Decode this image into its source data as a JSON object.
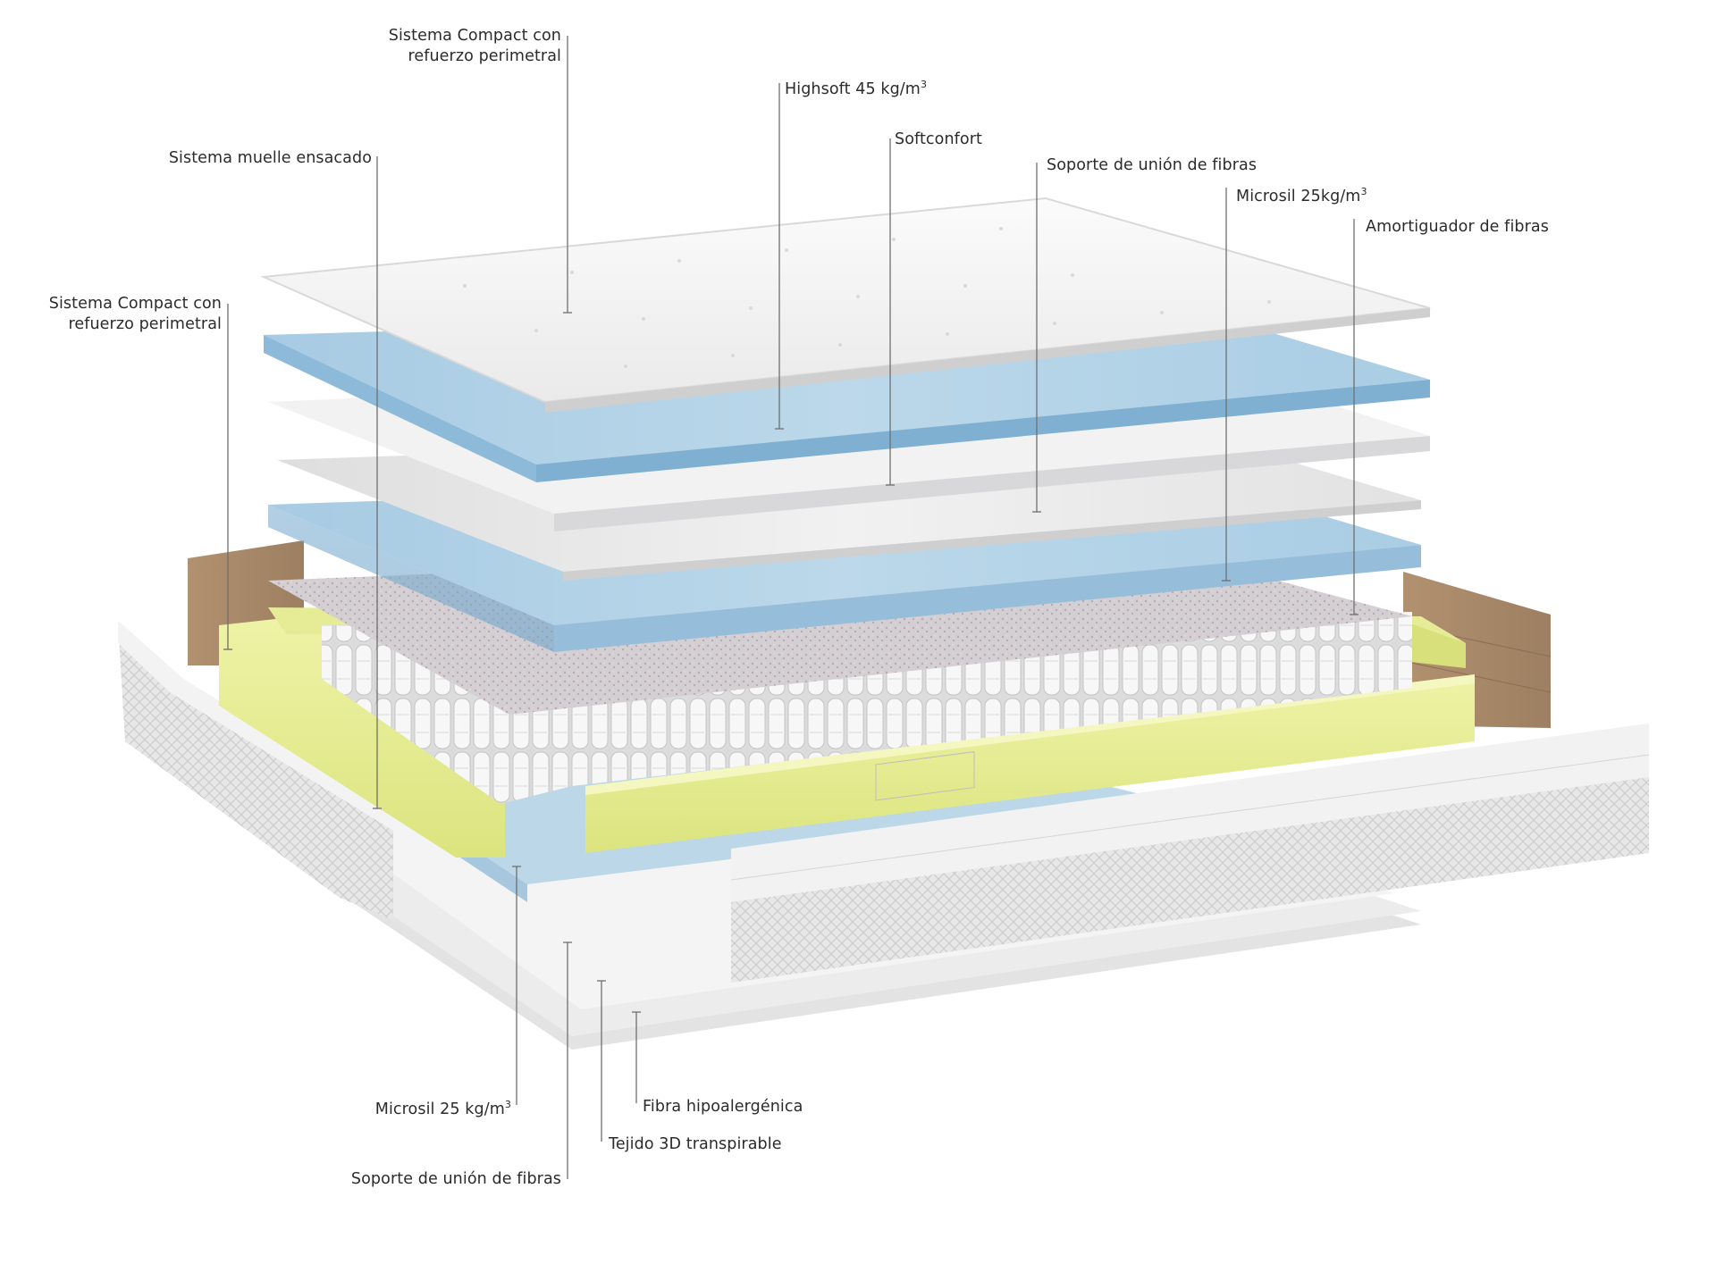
{
  "labels": {
    "compact_top_1": "Sistema Compact con",
    "compact_top_2": "refuerzo perimetral",
    "highsoft": "Highsoft 45 kg/m",
    "highsoft_sup": "3",
    "softconfort": "Softconfort",
    "sistema_muelle": "Sistema muelle ensacado",
    "soporte_top": "Soporte de unión de fibras",
    "microsil_top": "Microsil 25kg/m",
    "microsil_top_sup": "3",
    "amortiguador": "Amortiguador de fibras",
    "compact_left_1": "Sistema Compact con",
    "compact_left_2": "refuerzo perimetral",
    "microsil_bottom": "Microsil 25 kg/m",
    "microsil_bottom_sup": "3",
    "fibra": "Fibra hipoalergénica",
    "tejido": "Tejido 3D transpirable",
    "soporte_bottom": "Soporte de unión de fibras"
  },
  "colors": {
    "label_text": "#2b2b2b",
    "leader_line": "#6f6f6f",
    "foam_blue": "#a9cde4",
    "foam_yellow": "#e4ec95",
    "fabric_white": "#f1f1f1",
    "side_brown": "#a98a6c",
    "fiber_grey": "#d5d1d3"
  }
}
